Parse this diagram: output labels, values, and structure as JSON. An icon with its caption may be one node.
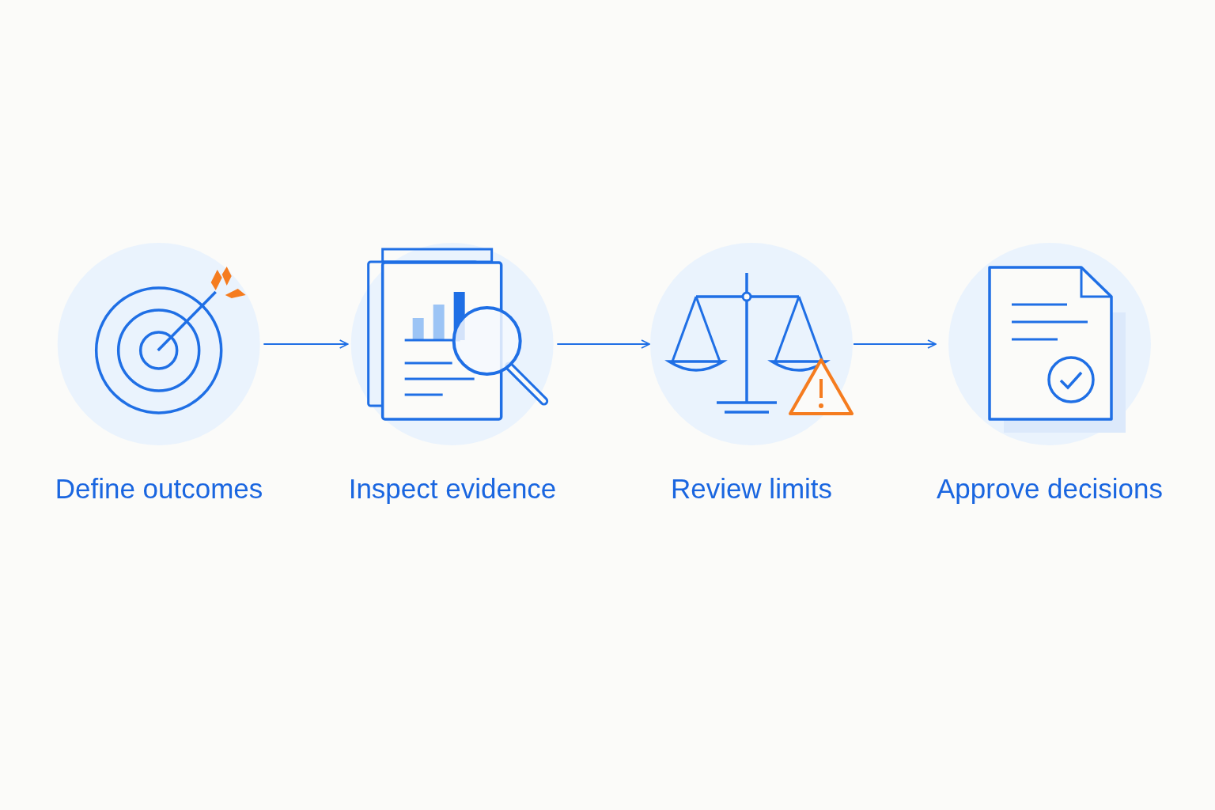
{
  "diagram": {
    "nodes": [
      {
        "text": [
          "Define outcomes"
        ]
      },
      {
        "text": [
          "Inspect evidence"
        ]
      },
      {
        "text": [
          "Review limits"
        ]
      },
      {
        "text": [
          "Approve decisions"
        ]
      }
    ],
    "edges": [
      {
        "from": 0,
        "to": 1,
        "arrow": "to"
      },
      {
        "from": 1,
        "to": 2,
        "arrow": "to"
      },
      {
        "from": 2,
        "to": 3,
        "arrow": "to"
      }
    ]
  }
}
